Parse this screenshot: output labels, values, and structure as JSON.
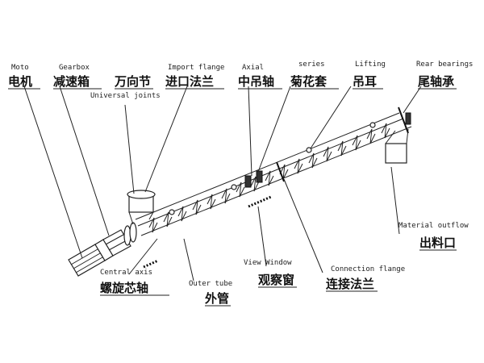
{
  "labels": {
    "motor_en": "Moto",
    "motor_zh": "电机",
    "gearbox_en": "Gearbox",
    "gearbox_zh": "减速箱",
    "universal_zh": "万向节",
    "universal_en": "Universal joints",
    "import_flange_en": "Import flange",
    "import_flange_zh": "进口法兰",
    "axial_en": "Axial",
    "axial_zh": "中吊轴",
    "series_en": "series",
    "series_zh": "菊花套",
    "lifting_en": "Lifting",
    "lifting_zh": "吊耳",
    "rear_bearings_en": "Rear bearings",
    "rear_bearings_zh": "尾轴承",
    "material_outflow_en": "Material outflow",
    "material_outflow_zh": "出料口",
    "central_axis_en": "Central axis",
    "central_axis_zh": "螺旋芯轴",
    "outer_tube_en": "Outer tube",
    "outer_tube_zh": "外管",
    "view_window_en": "View Window",
    "view_window_zh": "观察窗",
    "connection_flange_en": "Connection flange",
    "connection_flange_zh": "连接法兰"
  }
}
